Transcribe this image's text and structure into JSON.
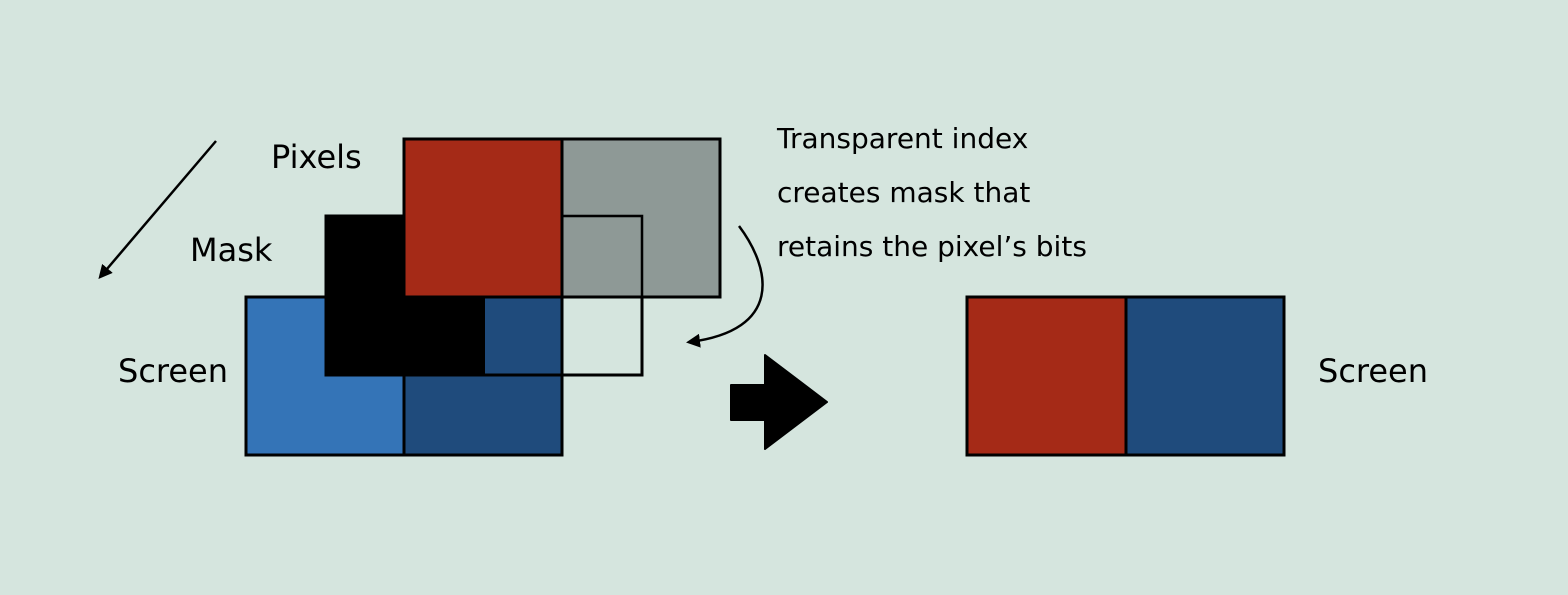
{
  "labels": {
    "pixels": "Pixels",
    "mask": "Mask",
    "screen_left": "Screen",
    "screen_right": "Screen"
  },
  "annotation": {
    "line1": "Transparent index",
    "line2": "creates mask that",
    "line3": "retains the pixel’s bits"
  },
  "colors": {
    "background": "#d5e5de",
    "red": "#a52a17",
    "gray": "#8a9591",
    "black": "#000000",
    "light_blue": "#3474b7",
    "dark_blue": "#1f4b7c"
  }
}
